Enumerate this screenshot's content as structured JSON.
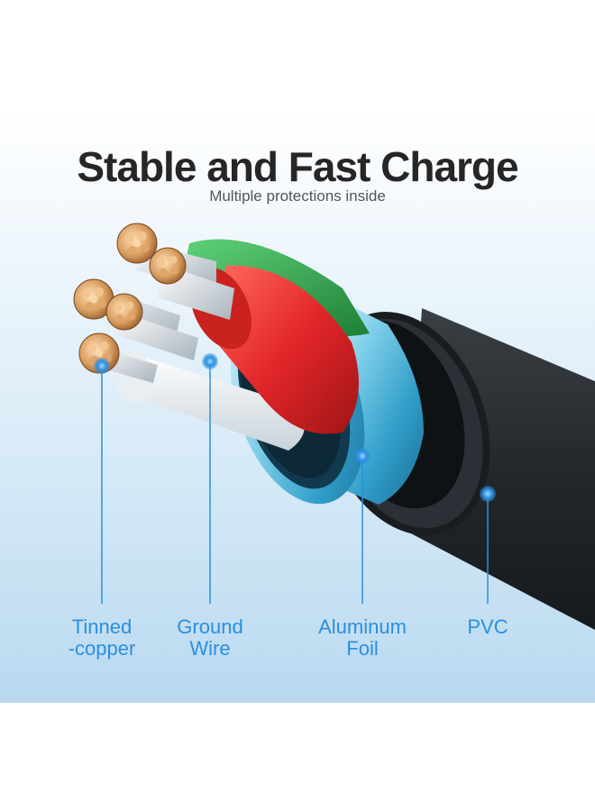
{
  "header": {
    "title": "Stable and Fast Charge",
    "subtitle": "Multiple protections inside"
  },
  "callouts": [
    {
      "line1": "Tinned",
      "line2": "-copper"
    },
    {
      "line1": "Ground",
      "line2": "Wire"
    },
    {
      "line1": "Aluminum",
      "line2": "Foil"
    },
    {
      "line1": "PVC",
      "line2": ""
    }
  ],
  "colors": {
    "accent": "#2b8fe0",
    "title": "#262626",
    "jacket": "#1f2326",
    "foil": "#4fb3d9",
    "red_wire": "#e53935",
    "green_wire": "#2e9e44",
    "copper": "#c98a4b"
  }
}
